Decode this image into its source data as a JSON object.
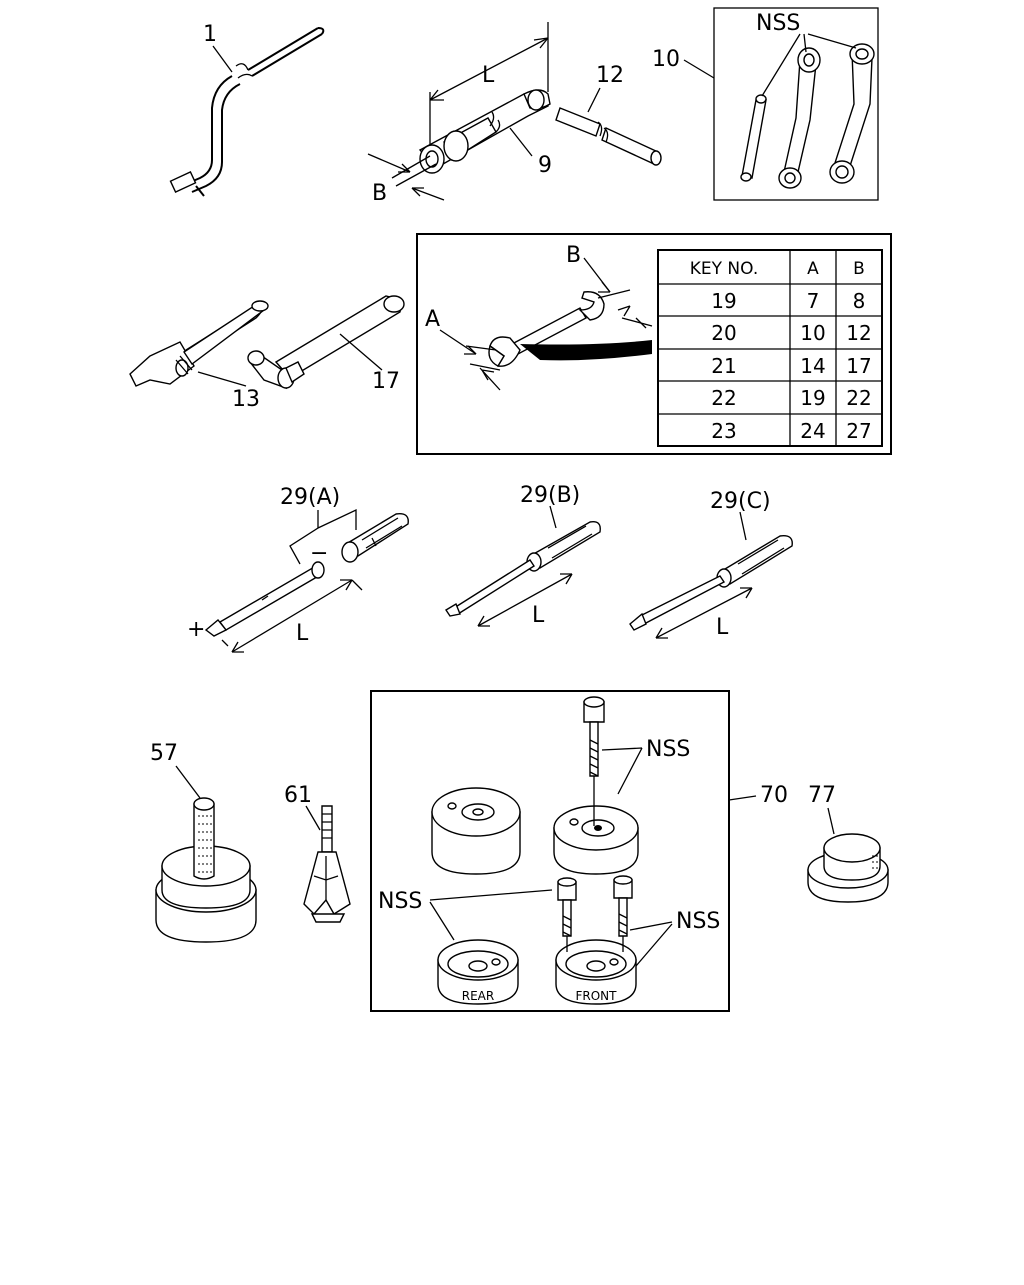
{
  "labels": {
    "p1": "1",
    "p9": "9",
    "p10": "10",
    "p12": "12",
    "p13": "13",
    "p17": "17",
    "p29a": "29(A)",
    "p29b": "29(B)",
    "p29c": "29(C)",
    "p57": "57",
    "p61": "61",
    "p70": "70",
    "p77": "77",
    "nss": "NSS",
    "dim_L": "L",
    "dim_B": "B",
    "dim_A": "A",
    "plus": "+",
    "minus": "−",
    "rear": "REAR",
    "front": "FRONT"
  },
  "wrench_table": {
    "headers": [
      "KEY NO.",
      "A",
      "B"
    ],
    "rows": [
      {
        "key": "19",
        "a": "7",
        "b": "8"
      },
      {
        "key": "20",
        "a": "10",
        "b": "12"
      },
      {
        "key": "21",
        "a": "14",
        "b": "17"
      },
      {
        "key": "22",
        "a": "19",
        "b": "22"
      },
      {
        "key": "23",
        "a": "24",
        "b": "27"
      }
    ]
  }
}
